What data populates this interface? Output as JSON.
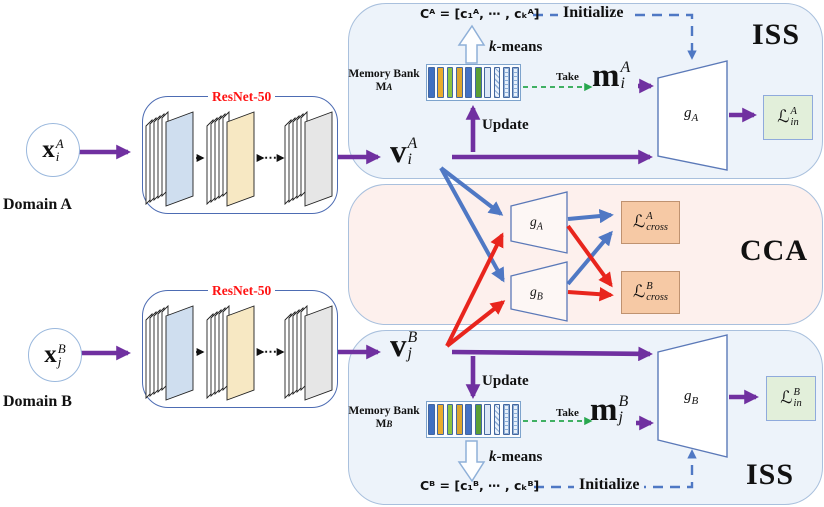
{
  "figure": {
    "domain_a": {
      "label": "Domain A",
      "input": {
        "base": "x",
        "sup": "A",
        "sub": "i"
      },
      "resnet_label": "ResNet-50",
      "resnet_dots": "⋯"
    },
    "domain_b": {
      "label": "Domain B",
      "input": {
        "base": "x",
        "sup": "B",
        "sub": "j"
      },
      "resnet_label": "ResNet-50",
      "resnet_dots": "⋯"
    },
    "iss_a": {
      "module_label": "ISS",
      "centroid_formula": "Cᴬ = [c₁ᴬ, ⋯ , cₖᴬ]",
      "initialize_label": "Initialize",
      "kmeans": {
        "k": "k",
        "rest": "-means"
      },
      "memory_bank": {
        "title": "Memory Bank",
        "name": {
          "base": "M",
          "sub": "A"
        },
        "cells": [
          {
            "name": "blue",
            "style": "background:#3f6fc1"
          },
          {
            "name": "gold",
            "style": "background:#e9ab2e"
          },
          {
            "name": "green-light",
            "style": "background:#8bc541"
          },
          {
            "name": "gold-dark",
            "style": "background:#dca62e"
          },
          {
            "name": "blue",
            "style": "background:#4472c4"
          },
          {
            "name": "green-dark",
            "style": "background:#5a9e35"
          },
          {
            "name": "empty",
            "style": "background:#dce8f8"
          },
          {
            "name": "hatch-diagonal",
            "style": "background-color:#e9f1fb;background-image:repeating-linear-gradient(45deg,#8fafd6 0 1.2px,rgba(0,0,0,0) 1.2px 4px)"
          },
          {
            "name": "hatch-grid",
            "style": "background-color:#e9f1fb;background-image:repeating-linear-gradient(0deg,#8fafd6 0 1px,rgba(0,0,0,0) 1px 4px),repeating-linear-gradient(90deg,#8fafd6 0 1px,rgba(0,0,0,0) 1px 4px)"
          },
          {
            "name": "hatch-grid",
            "style": "background-color:#e9f1fb;background-image:repeating-linear-gradient(0deg,#8fafd6 0 1px,rgba(0,0,0,0) 1px 4px),repeating-linear-gradient(90deg,#8fafd6 0 1px,rgba(0,0,0,0) 1px 4px)"
          }
        ]
      },
      "take_label": "Take",
      "update_label": "Update",
      "feature": {
        "base": "v",
        "sup": "A",
        "sub": "i"
      },
      "memory_feature": {
        "base": "m",
        "sup": "A",
        "sub": "i"
      },
      "head": {
        "base": "g",
        "sub": "A"
      },
      "loss": {
        "base": "ℒ",
        "sup": "A",
        "sub": "in"
      }
    },
    "iss_b": {
      "module_label": "ISS",
      "centroid_formula": "Cᴮ = [c₁ᴮ, ⋯ , cₖᴮ]",
      "initialize_label": "Initialize",
      "kmeans": {
        "k": "k",
        "rest": "-means"
      },
      "memory_bank": {
        "title": "Memory Bank",
        "name": {
          "base": "M",
          "sub": "B"
        },
        "cells": [
          {
            "name": "blue",
            "style": "background:#3f6fc1"
          },
          {
            "name": "gold",
            "style": "background:#e9ab2e"
          },
          {
            "name": "green-light",
            "style": "background:#8bc541"
          },
          {
            "name": "gold-dark",
            "style": "background:#dca62e"
          },
          {
            "name": "blue",
            "style": "background:#4472c4"
          },
          {
            "name": "green-dark",
            "style": "background:#5a9e35"
          },
          {
            "name": "empty",
            "style": "background:#dce8f8"
          },
          {
            "name": "hatch-diagonal",
            "style": "background-color:#e9f1fb;background-image:repeating-linear-gradient(45deg,#8fafd6 0 1.2px,rgba(0,0,0,0) 1.2px 4px)"
          },
          {
            "name": "hatch-grid",
            "style": "background-color:#e9f1fb;background-image:repeating-linear-gradient(0deg,#8fafd6 0 1px,rgba(0,0,0,0) 1px 4px),repeating-linear-gradient(90deg,#8fafd6 0 1px,rgba(0,0,0,0) 1px 4px)"
          },
          {
            "name": "hatch-grid",
            "style": "background-color:#e9f1fb;background-image:repeating-linear-gradient(0deg,#8fafd6 0 1px,rgba(0,0,0,0) 1px 4px),repeating-linear-gradient(90deg,#8fafd6 0 1px,rgba(0,0,0,0) 1px 4px)"
          }
        ]
      },
      "take_label": "Take",
      "update_label": "Update",
      "feature": {
        "base": "v",
        "sup": "B",
        "sub": "j"
      },
      "memory_feature": {
        "base": "m",
        "sup": "B",
        "sub": "j"
      },
      "head": {
        "base": "g",
        "sub": "B"
      },
      "loss": {
        "base": "ℒ",
        "sup": "B",
        "sub": "in"
      }
    },
    "cca": {
      "module_label": "CCA",
      "head_a": {
        "base": "g",
        "sub": "A"
      },
      "head_b": {
        "base": "g",
        "sub": "B"
      },
      "loss_a": {
        "base": "ℒ",
        "sup": "A",
        "sub": "cross"
      },
      "loss_b": {
        "base": "ℒ",
        "sup": "B",
        "sub": "cross"
      }
    },
    "colors": {
      "arrow_purple": "#7030a0",
      "arrow_blue": "#4f78c4",
      "arrow_red": "#e8251d",
      "dashed_initialize_blue": "#4f78c4",
      "dashed_take_green": "#28a74e",
      "iss_fill": "#edf3fa",
      "cca_fill": "#fdf0ed",
      "module_border": "#a9c0dd",
      "resnet_border": "#4d6cb3",
      "resnet_label_red": "#ff1212",
      "resnet_layer_fills": [
        "#cfdeef",
        "#f7e8c3",
        "#e6e6e6"
      ],
      "loss_in_fill": "#e2efda",
      "loss_cross_fill": "#f6c9a5"
    }
  }
}
